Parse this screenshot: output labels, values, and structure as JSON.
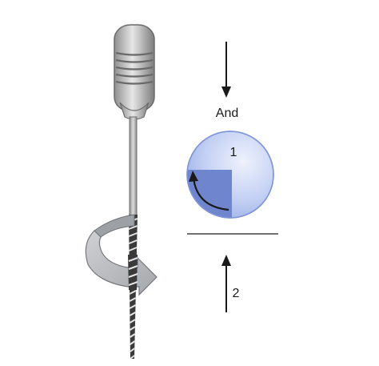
{
  "labels": {
    "conjunction": "And",
    "step_one": "1",
    "step_two": "2"
  },
  "icons": {
    "instrument": "endodontic-file-icon",
    "rotation": "clockwise-rotation-arrow-icon",
    "quarter_turn": "quarter-turn-arc-arrow-icon",
    "push_down": "down-arrow-icon",
    "pull_up": "up-arrow-icon"
  },
  "colors": {
    "circle_fill": "#b8c8f2",
    "circle_edge": "#7f95d6",
    "quarter_fill": "#6f86cf",
    "handle_light": "#d2d2d2",
    "handle_dark": "#8a8a8a",
    "rotation_arrow": "#b6b9bd",
    "ink": "#1a1a1a"
  }
}
